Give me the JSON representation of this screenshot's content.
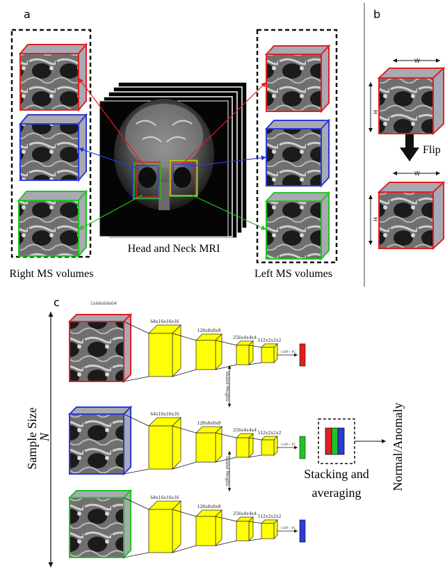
{
  "panels": {
    "a": "a",
    "b": "b",
    "c": "c"
  },
  "panel_a": {
    "center_label": "Head and Neck MRI",
    "left_group_label": "Right MS volumes",
    "right_group_label": "Left MS volumes"
  },
  "panel_b": {
    "width_label": "W",
    "height_label": "H",
    "flip_label": "Flip"
  },
  "panel_c": {
    "axis_label": "Sample Size",
    "axis_symbol": "N",
    "input_dims": "1x64x64x64",
    "layer_dims": [
      "64x16x16x16",
      "128x8x8x8",
      "256x4x4x4",
      "512x2x2x2"
    ],
    "gap_label": "GAP + FC",
    "shared_weights": "Shared Weights",
    "stacking_line1": "Stacking and",
    "stacking_line2": "averaging",
    "output_label": "Normal/Anomaly"
  },
  "colors": {
    "red": "#e02020",
    "blue": "#2a3bd6",
    "green": "#22c322",
    "yellow": "#ffff00",
    "cube_side": "#a9a9b3"
  }
}
